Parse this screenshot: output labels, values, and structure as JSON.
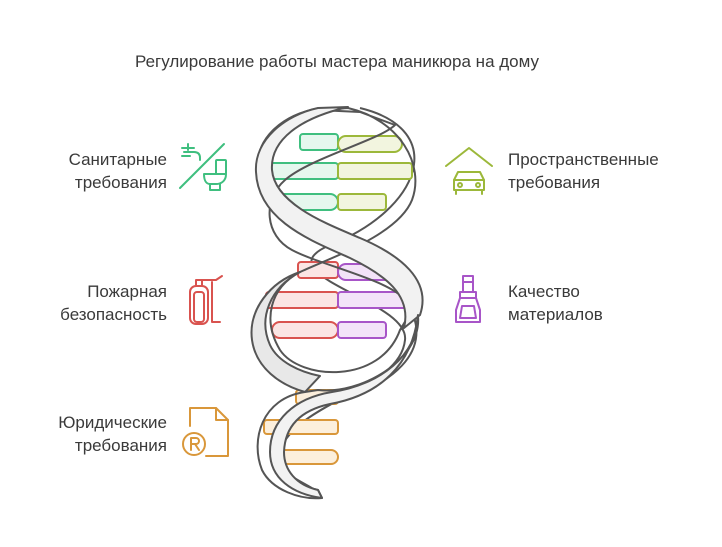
{
  "title": "Регулирование работы мастера маникюра на дому",
  "items": [
    {
      "line1": "Санитарные",
      "line2": "требования",
      "color": "#3fbf7f",
      "icon": "faucet-toilet-icon"
    },
    {
      "line1": "Пространственные",
      "line2": "требования",
      "color": "#9cb83a",
      "icon": "house-car-icon"
    },
    {
      "line1": "Пожарная",
      "line2": "безопасность",
      "color": "#d9534f",
      "icon": "fire-extinguisher-icon"
    },
    {
      "line1": "Качество",
      "line2": "материалов",
      "color": "#a855c8",
      "icon": "nail-polish-icon"
    },
    {
      "line1": "Юридические",
      "line2": "требования",
      "color": "#d9973a",
      "icon": "legal-document-icon"
    }
  ]
}
